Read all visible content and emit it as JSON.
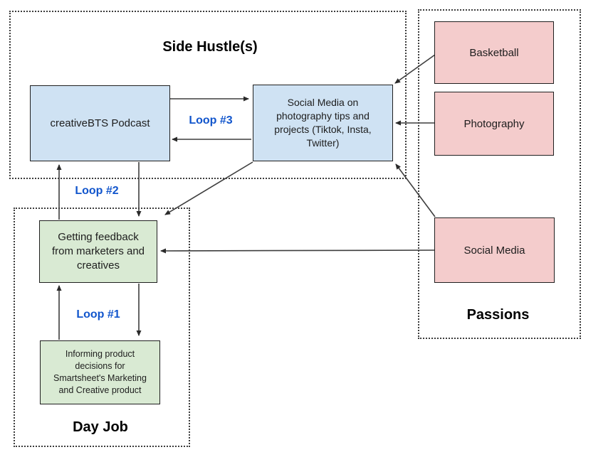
{
  "diagram": {
    "groups": {
      "side_hustles": {
        "label": "Side Hustle(s)"
      },
      "day_job": {
        "label": "Day Job"
      },
      "passions": {
        "label": "Passions"
      }
    },
    "nodes": {
      "podcast": {
        "label": "creativeBTS Podcast",
        "fill": "#cfe2f3",
        "group": "side_hustles"
      },
      "social_hub": {
        "label": "Social Media on\nphotography tips and\nprojects (Tiktok, Insta,\nTwitter)",
        "fill": "#cfe2f3",
        "group": "side_hustles"
      },
      "feedback": {
        "label": "Getting feedback\nfrom marketers and\ncreatives",
        "fill": "#d9ead3",
        "group": "day_job"
      },
      "informing": {
        "label": "Informing product\ndecisions for\nSmartsheet's Marketing\nand Creative product",
        "fill": "#d9ead3",
        "group": "day_job"
      },
      "basketball": {
        "label": "Basketball",
        "fill": "#f4cccc",
        "group": "passions"
      },
      "photography": {
        "label": "Photography",
        "fill": "#f4cccc",
        "group": "passions"
      },
      "social_media": {
        "label": "Social Media",
        "fill": "#f4cccc",
        "group": "passions"
      }
    },
    "loops": {
      "loop1": {
        "label": "Loop #1"
      },
      "loop2": {
        "label": "Loop #2"
      },
      "loop3": {
        "label": "Loop #3"
      }
    },
    "edges": [
      {
        "from": "podcast",
        "to": "social_hub",
        "loop": "Loop #3"
      },
      {
        "from": "social_hub",
        "to": "podcast",
        "loop": "Loop #3"
      },
      {
        "from": "feedback",
        "to": "podcast",
        "loop": "Loop #2"
      },
      {
        "from": "podcast",
        "to": "feedback",
        "loop": "Loop #2"
      },
      {
        "from": "informing",
        "to": "feedback",
        "loop": "Loop #1"
      },
      {
        "from": "feedback",
        "to": "informing",
        "loop": "Loop #1"
      },
      {
        "from": "social_hub",
        "to": "feedback"
      },
      {
        "from": "basketball",
        "to": "social_hub"
      },
      {
        "from": "photography",
        "to": "social_hub"
      },
      {
        "from": "social_media",
        "to": "social_hub"
      },
      {
        "from": "social_media",
        "to": "feedback"
      }
    ],
    "colors": {
      "box_blue": "#cfe2f3",
      "box_green": "#d9ead3",
      "box_pink": "#f4cccc",
      "loop_label_blue": "#1155cc",
      "connector": "#3d3d3d",
      "background": "#ffffff"
    }
  }
}
